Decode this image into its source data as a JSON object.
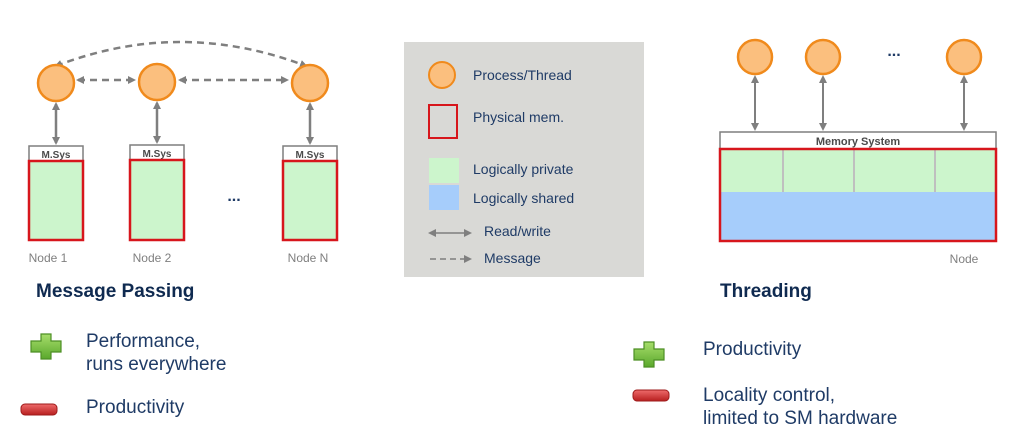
{
  "message_passing": {
    "msys_labels": [
      "M.Sys",
      "M.Sys",
      "M.Sys"
    ],
    "node_labels": [
      "Node 1",
      "Node 2",
      "Node N"
    ],
    "ellipsis": "...",
    "heading": "Message Passing",
    "pro": "Performance,\nruns everywhere",
    "con": "Productivity"
  },
  "legend": {
    "process": "Process/Thread",
    "physical": "Physical mem.",
    "private": "Logically private",
    "shared": "Logically shared",
    "readwrite": "Read/write",
    "message": "Message"
  },
  "threading": {
    "memory_system": "Memory System",
    "ellipsis": "...",
    "node_label": "Node",
    "heading": "Threading",
    "pro": "Productivity",
    "con": "Locality control,\nlimited to SM hardware"
  },
  "colors": {
    "process_fill": "#fbbf7e",
    "process_stroke": "#f08a1c",
    "memory_border": "#d7161c",
    "private_fill": "#ccf5cc",
    "shared_fill": "#a6cdfb",
    "legend_bg": "#d9d9d6",
    "plus": "#7cc242",
    "minus": "#d53a3a"
  }
}
